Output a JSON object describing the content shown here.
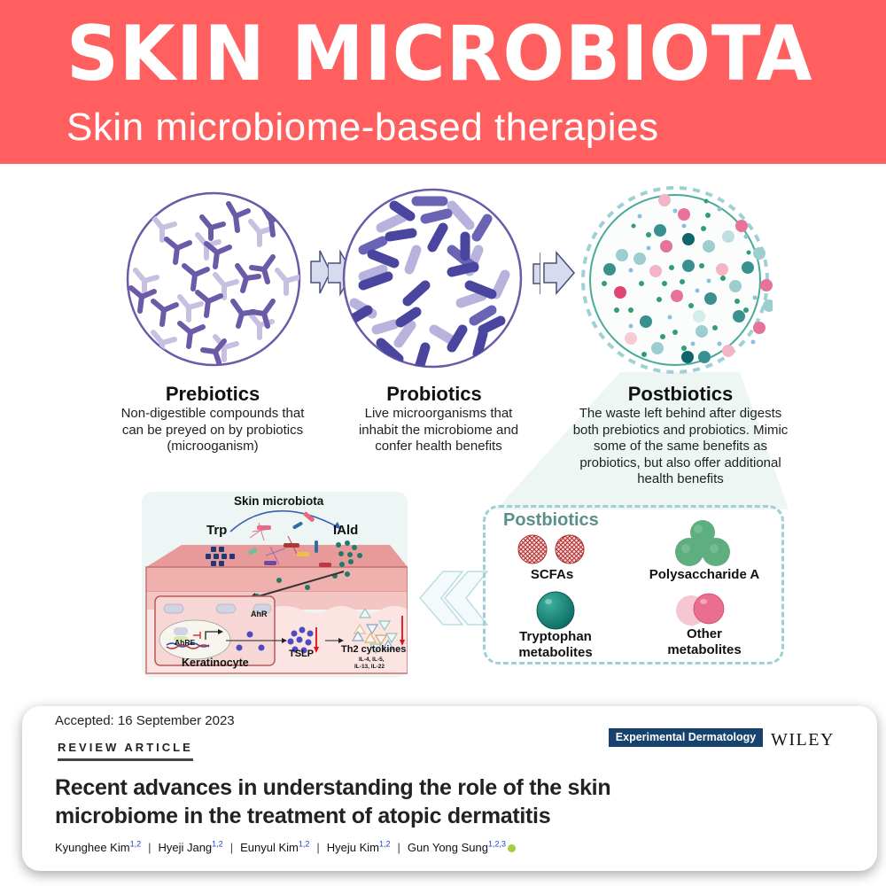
{
  "banner": {
    "title": "SKIN MICROBIOTA",
    "subtitle": "Skin microbiome-based therapies",
    "background_color": "#ff5f5f"
  },
  "stages": [
    {
      "title": "Prebiotics",
      "description_lines": [
        "Non-digestible compounds that",
        "can be preyed on by probiotics",
        "(microoganism)"
      ],
      "icon": "y-shaped-fiber-molecules-circle-icon",
      "color": "#6a5aa8"
    },
    {
      "title": "Probiotics",
      "description_lines": [
        "Live microorganisms that",
        "inhabit the microbiome and",
        "confer health benefits"
      ],
      "icon": "rod-bacteria-circle-icon",
      "color": "#4f4aa0"
    },
    {
      "title": "Postbiotics",
      "description_lines": [
        "The waste left behind after digests",
        "both prebiotics and probiotics. Mimic",
        "some of the same benefits as",
        "probiotics, but also offer additional",
        "health benefits"
      ],
      "icon": "metabolite-dots-circle-icon",
      "color": "#2f9c8c"
    }
  ],
  "arrows": [
    "arrow-right-icon",
    "arrow-right-icon"
  ],
  "skin_diagram": {
    "header": "Skin microbiota",
    "trp_label": "Trp",
    "iald_label": "IAld",
    "ahr_label": "AhR",
    "ahre_label": "AhRE",
    "tslp_label": "TSLP",
    "cytokines_label": "Th2 cytokines",
    "cytokines_line1": "IL-4, IL-5,",
    "cytokines_line2": "IL-13, IL-22",
    "cell_label": "Keratinocyte"
  },
  "postbiotics_box": {
    "title": "Postbiotics",
    "items": [
      {
        "label_lines": [
          "SCFAs"
        ],
        "icon": "scfa-mesh-spheres-icon"
      },
      {
        "label_lines": [
          "Polysaccharide A"
        ],
        "icon": "polysaccharide-cluster-icon"
      },
      {
        "label_lines": [
          "Tryptophan",
          "metabolites"
        ],
        "icon": "teal-sphere-icon"
      },
      {
        "label_lines": [
          "Other",
          "metabolites"
        ],
        "icon": "pink-spheres-icon"
      }
    ]
  },
  "article": {
    "accepted": "Accepted: 16 September 2023",
    "type": "REVIEW ARTICLE",
    "journal": "Experimental Dermatology",
    "publisher": "WILEY",
    "title": "Recent advances in understanding the role of the skin microbiome in the treatment of atopic dermatitis",
    "authors": [
      {
        "name": "Kyunghee Kim",
        "aff": "1,2"
      },
      {
        "name": "Hyeji Jang",
        "aff": "1,2"
      },
      {
        "name": "Eunyul Kim",
        "aff": "1,2"
      },
      {
        "name": "Hyeju Kim",
        "aff": "1,2"
      },
      {
        "name": "Gun Yong Sung",
        "aff": "1,2,3",
        "orcid": true
      }
    ]
  }
}
